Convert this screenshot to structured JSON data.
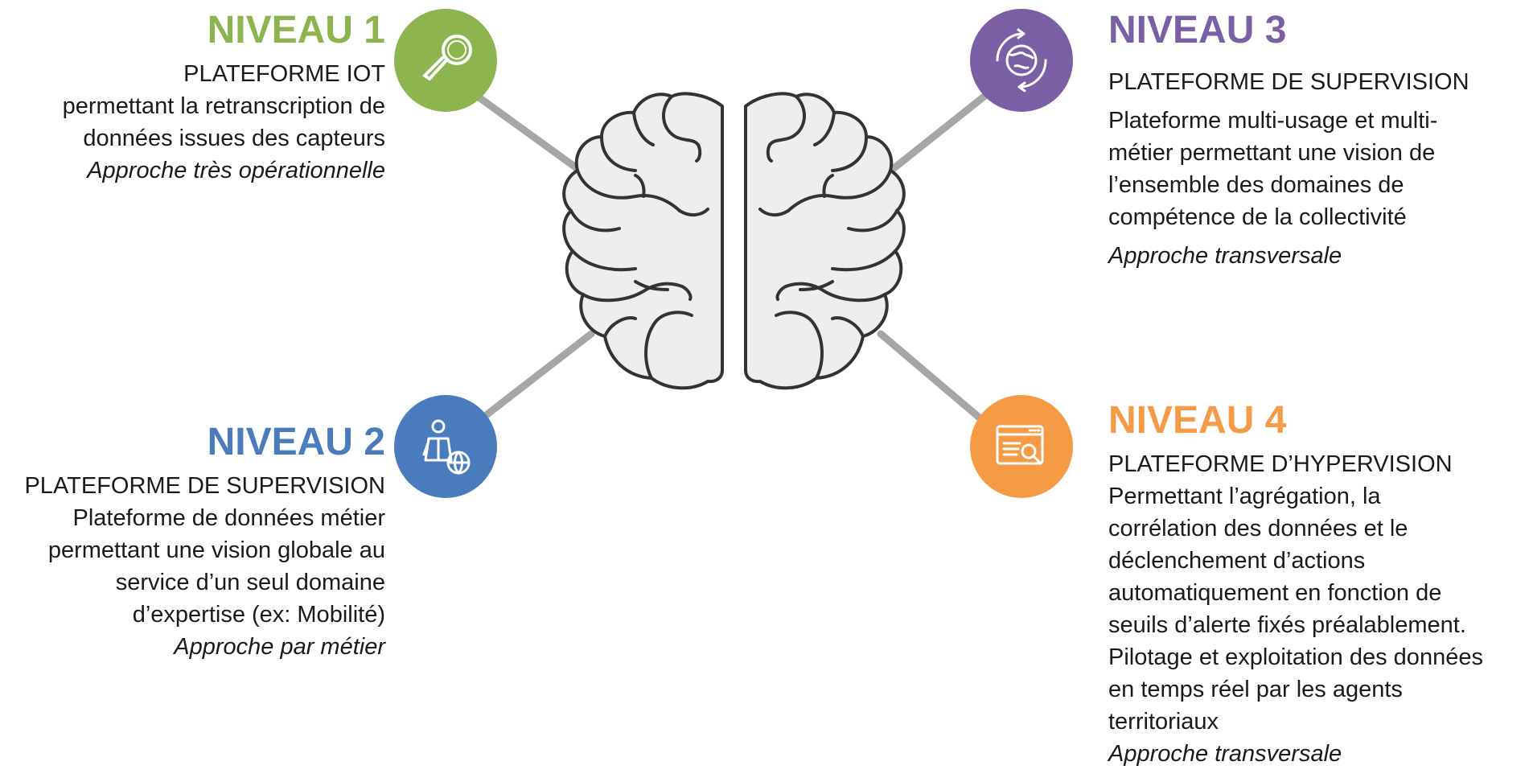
{
  "colors": {
    "level1": "#8db44f",
    "level2": "#4a7bbd",
    "level3": "#7b5fa5",
    "level4": "#f59a45",
    "connector": "#a6a6a6",
    "brain_fill": "#eeeeee",
    "brain_stroke": "#333333"
  },
  "levels": [
    {
      "title": "NIVEAU 1",
      "subtitle": "PLATEFORME IOT",
      "lines": [
        "permettant la retranscription de",
        "données issues des capteurs"
      ],
      "approach": "Approche très opérationnelle",
      "icon": "magnifier-icon"
    },
    {
      "title": "NIVEAU 2",
      "subtitle": "PLATEFORME DE SUPERVISION",
      "lines": [
        "Plateforme de données métier",
        "permettant une vision globale au",
        "service d’un seul domaine",
        "d’expertise (ex: Mobilité)"
      ],
      "approach": "Approche par métier",
      "icon": "businessman-globe-icon"
    },
    {
      "title": "NIVEAU 3",
      "subtitle": "PLATEFORME DE SUPERVISION",
      "lines": [
        "Plateforme multi-usage et multi-",
        "métier permettant une vision de",
        "l’ensemble des domaines de",
        "compétence de la collectivité"
      ],
      "approach": "Approche transversale",
      "icon": "globe-refresh-icon"
    },
    {
      "title": "NIVEAU 4",
      "subtitle": "PLATEFORME D’HYPERVISION",
      "lines": [
        "Permettant l’agrégation, la",
        "corrélation des données et le",
        "déclenchement d’actions",
        "automatiquement en fonction de",
        "seuils d’alerte fixés préalablement.",
        "Pilotage et exploitation des données",
        "en temps réel par les agents",
        "territoriaux"
      ],
      "approach": "Approche transversale",
      "icon": "browser-search-icon"
    }
  ]
}
